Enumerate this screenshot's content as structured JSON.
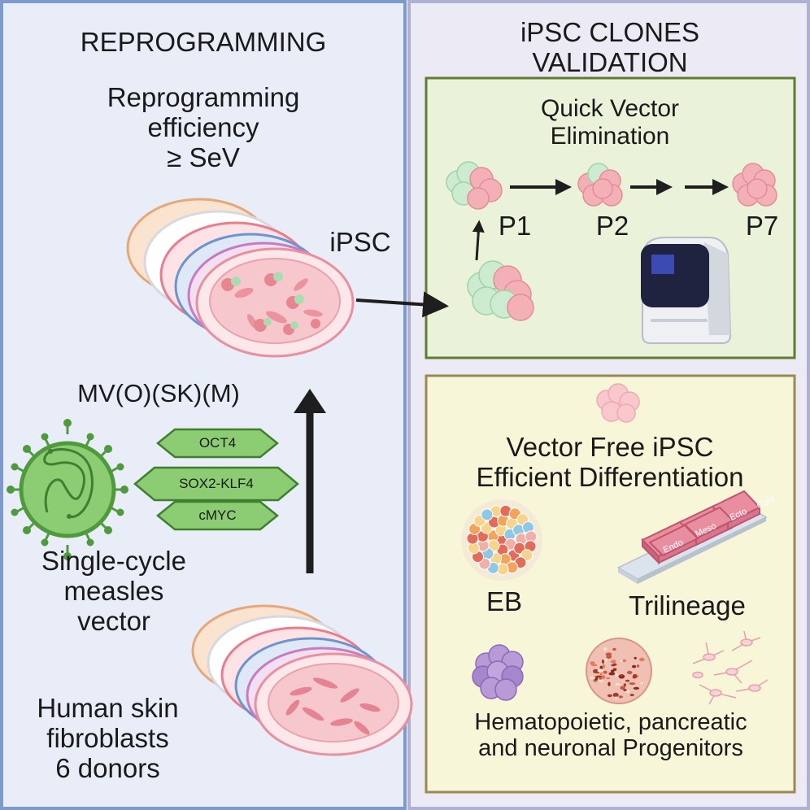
{
  "left_panel": {
    "title": "REPROGRAMMING",
    "efficiency_lines": [
      "Reprogramming",
      "efficiency",
      "≥ SeV"
    ],
    "ipsc_label": "iPSC",
    "vector_name": "MV(O)(SK)(M)",
    "factors": [
      "OCT4",
      "SOX2-KLF4",
      "cMYC"
    ],
    "vector_desc_lines": [
      "Single-cycle",
      "measles",
      "vector"
    ],
    "source_lines": [
      "Human skin",
      "fibroblasts",
      "6 donors"
    ]
  },
  "right_panel": {
    "title_lines": [
      "iPSC CLONES",
      "VALIDATION"
    ],
    "elimination_box": {
      "title_lines": [
        "Quick Vector",
        "Elimination"
      ],
      "passages": [
        "P1",
        "P2",
        "P7"
      ]
    },
    "differentiation_box": {
      "title_lines": [
        "Vector Free iPSC",
        "Efficient Differentiation"
      ],
      "eb_label": "EB",
      "trilineage_label": "Trilineage",
      "well_labels": [
        "Endo",
        "Meso",
        "Ecto",
        "Cont"
      ],
      "progenitor_lines": [
        "Hematopoietic, pancreatic",
        "and neuronal Progenitors"
      ]
    }
  },
  "colors": {
    "left_bg": "#e8edf7",
    "left_border": "#7d9acb",
    "right_bg": "#eceaf4",
    "right_border": "#aeb0d4",
    "elimination_bg": "#eaf3d9",
    "elimination_border": "#5e7d32",
    "differentiation_bg": "#f7f6d8",
    "differentiation_border": "#9a8a52",
    "virus_green": "#4f9a3c",
    "cell_pink": "#f0a5ad",
    "cell_green": "#b7e3bd"
  }
}
